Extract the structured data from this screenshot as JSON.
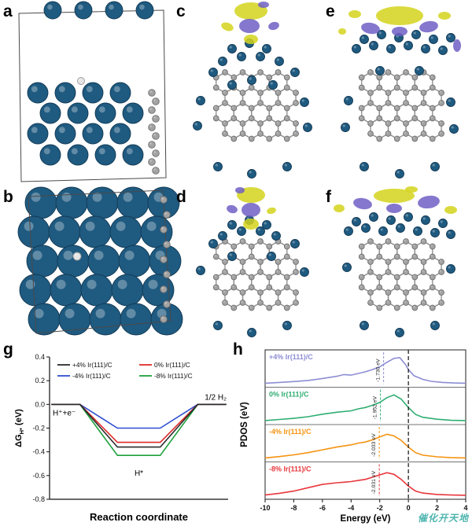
{
  "figure": {
    "panel_labels": [
      "a",
      "b",
      "c",
      "d",
      "e",
      "f",
      "g",
      "h"
    ],
    "watermark": "催化开天地",
    "palette": {
      "atom_blue": "#1f5a80",
      "atom_blue_dark": "#123a55",
      "atom_gray": "#a3a3a3",
      "atom_gray_dark": "#6e6e6e",
      "atom_white": "#e6e6e6",
      "iso_yellow": "#d4d41c",
      "iso_purple": "#6e5fc4",
      "box_line": "#4a4a4a"
    }
  },
  "chart_data": [
    {
      "id": "g",
      "type": "line",
      "title": "Hydrogen adsorption free energy diagram",
      "xlabel": "Reaction coordinate",
      "ylabel": "ΔG_H* (eV)",
      "ylabel_parts": {
        "main": "ΔG",
        "sub": "H*",
        "rest": " (eV)"
      },
      "ylim": [
        -0.8,
        0.4
      ],
      "yticks": [
        "0.4",
        "0.2",
        "0.0",
        "-0.2",
        "-0.4",
        "-0.6",
        "-0.8"
      ],
      "ytick_values": [
        0.4,
        0.2,
        0.0,
        -0.2,
        -0.4,
        -0.6,
        -0.8
      ],
      "grid": false,
      "legend_position": "top-inside",
      "state_labels": {
        "initial": "H⁺+e⁻",
        "final": "1/2 H₂",
        "intermediate": "H*"
      },
      "series": [
        {
          "name": "+4% Ir(111)/C",
          "color": "#2b2b2b",
          "gh": -0.36
        },
        {
          "name": "0% Ir(111)/C",
          "color": "#e02a2a",
          "gh": -0.32
        },
        {
          "name": "-4% Ir(111)/C",
          "color": "#2f4fd0",
          "gh": -0.2
        },
        {
          "name": "-8% Ir(111)/C",
          "color": "#1fa03c",
          "gh": -0.43
        }
      ]
    },
    {
      "id": "h",
      "type": "line",
      "title": "Projected density of states",
      "xlabel": "Energy (eV)",
      "ylabel": "PDOS (eV)",
      "xlim": [
        -10,
        4
      ],
      "xticks": [
        -10,
        -8,
        -6,
        -4,
        -2,
        0,
        2,
        4
      ],
      "fermi_level": 0,
      "panels": [
        {
          "name": "+4% Ir(111)/C",
          "color": "#8d8dd4",
          "d_band_center": -1.73,
          "annotation": "-1.730 eV",
          "curve": [
            [
              -10,
              0.03
            ],
            [
              -9,
              0.06
            ],
            [
              -8,
              0.09
            ],
            [
              -7,
              0.13
            ],
            [
              -6,
              0.2
            ],
            [
              -5,
              0.28
            ],
            [
              -4.5,
              0.34
            ],
            [
              -4,
              0.32
            ],
            [
              -3.5,
              0.38
            ],
            [
              -3,
              0.44
            ],
            [
              -2.5,
              0.52
            ],
            [
              -2,
              0.62
            ],
            [
              -1.5,
              0.78
            ],
            [
              -1,
              0.92
            ],
            [
              -0.6,
              0.95
            ],
            [
              -0.2,
              0.7
            ],
            [
              0,
              0.52
            ],
            [
              0.4,
              0.3
            ],
            [
              1,
              0.17
            ],
            [
              1.6,
              0.1
            ],
            [
              2.4,
              0.06
            ],
            [
              3.2,
              0.04
            ],
            [
              4,
              0.03
            ]
          ]
        },
        {
          "name": "0% Ir(111)/C",
          "color": "#2fae72",
          "d_band_center": -1.952,
          "annotation": "-1.952 eV",
          "curve": [
            [
              -10,
              0.03
            ],
            [
              -9,
              0.07
            ],
            [
              -8,
              0.11
            ],
            [
              -7,
              0.17
            ],
            [
              -6,
              0.26
            ],
            [
              -5,
              0.33
            ],
            [
              -4,
              0.38
            ],
            [
              -3.5,
              0.45
            ],
            [
              -3,
              0.5
            ],
            [
              -2.5,
              0.58
            ],
            [
              -2,
              0.68
            ],
            [
              -1.5,
              0.85
            ],
            [
              -1,
              0.95
            ],
            [
              -0.5,
              0.8
            ],
            [
              0,
              0.5
            ],
            [
              0.5,
              0.25
            ],
            [
              1,
              0.15
            ],
            [
              2,
              0.08
            ],
            [
              3,
              0.04
            ],
            [
              4,
              0.03
            ]
          ]
        },
        {
          "name": "-4% Ir(111)/C",
          "color": "#f59311",
          "d_band_center": -2.033,
          "annotation": "-2.033 eV",
          "curve": [
            [
              -10,
              0.03
            ],
            [
              -9,
              0.08
            ],
            [
              -8,
              0.14
            ],
            [
              -7,
              0.22
            ],
            [
              -6,
              0.32
            ],
            [
              -5,
              0.42
            ],
            [
              -4.5,
              0.46
            ],
            [
              -4,
              0.5
            ],
            [
              -3.5,
              0.56
            ],
            [
              -3,
              0.6
            ],
            [
              -2.5,
              0.68
            ],
            [
              -2,
              0.78
            ],
            [
              -1.5,
              0.88
            ],
            [
              -1,
              0.82
            ],
            [
              -0.5,
              0.66
            ],
            [
              0,
              0.42
            ],
            [
              0.5,
              0.22
            ],
            [
              1,
              0.13
            ],
            [
              2,
              0.07
            ],
            [
              3,
              0.04
            ],
            [
              4,
              0.03
            ]
          ]
        },
        {
          "name": "-8% Ir(111)/C",
          "color": "#e8373c",
          "d_band_center": -2.031,
          "annotation": "-2.031 eV",
          "curve": [
            [
              -10,
              0.04
            ],
            [
              -9,
              0.1
            ],
            [
              -8,
              0.18
            ],
            [
              -7,
              0.3
            ],
            [
              -6,
              0.42
            ],
            [
              -5,
              0.48
            ],
            [
              -4.5,
              0.5
            ],
            [
              -4,
              0.52
            ],
            [
              -3.5,
              0.56
            ],
            [
              -3,
              0.6
            ],
            [
              -2.5,
              0.68
            ],
            [
              -2,
              0.76
            ],
            [
              -1.5,
              0.84
            ],
            [
              -1,
              0.78
            ],
            [
              -0.5,
              0.6
            ],
            [
              0,
              0.36
            ],
            [
              0.5,
              0.18
            ],
            [
              1,
              0.11
            ],
            [
              2,
              0.06
            ],
            [
              3,
              0.04
            ],
            [
              4,
              0.03
            ]
          ]
        }
      ]
    }
  ]
}
